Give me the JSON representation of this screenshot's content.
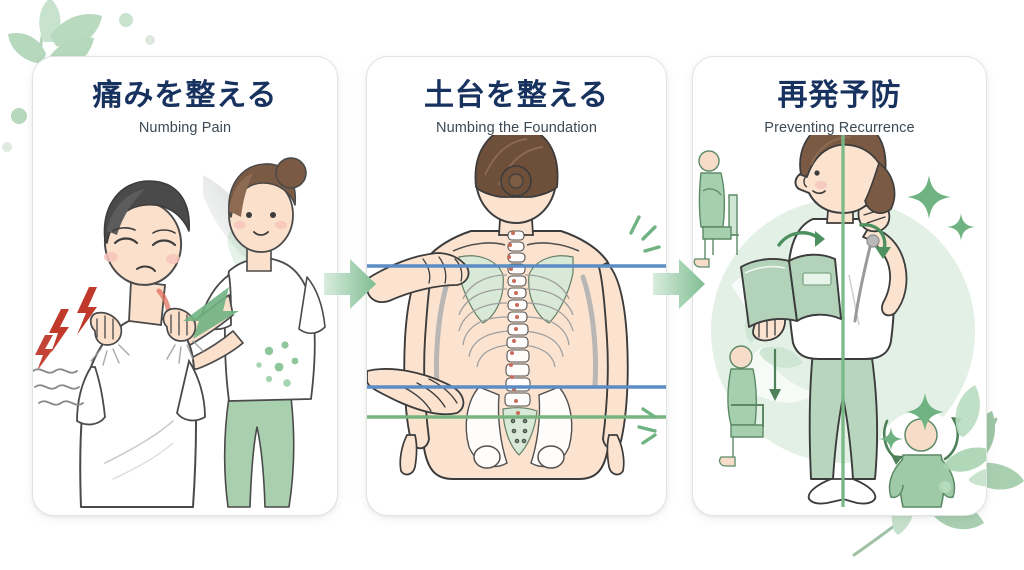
{
  "page": {
    "background_color": "#ffffff",
    "layout": "three-step horizontal flow with arrows"
  },
  "theme": {
    "title_color": "#17325e",
    "subtitle_color": "#3d4a55",
    "card_background": "#ffffff",
    "card_border": "#dfe6e0",
    "accent_green": "#7fbf8e",
    "accent_green_light": "#c3e0c8",
    "accent_green_pale": "#e4f1e6",
    "pain_red": "#c0392b",
    "guideline_blue": "#5b8cc4",
    "guideline_green": "#79b37f",
    "skin": "#fbe0cc",
    "hair_dark": "#4a4a4a",
    "hair_brown": "#7b5a43",
    "line_color": "#3c3c3c"
  },
  "decorations": {
    "top_left": "leaf-sprig",
    "bottom_right": "leaf-branch",
    "dot_count_top_left": 4,
    "dot_count_bottom_right": 2
  },
  "cards": [
    {
      "id": "card-1",
      "step": 1,
      "title_ja": "痛みを整える",
      "title_en": "Numbing Pain",
      "illustration": "therapist-treating-shoulder-pain",
      "illustration_elements": [
        "male-patient-with-neck-pain",
        "female-therapist",
        "red-pain-lightning-bolts",
        "gray-wavy-pain-lines",
        "green-relief-arrow",
        "green-particle-dots"
      ]
    },
    {
      "id": "card-2",
      "step": 2,
      "title_ja": "土台を整える",
      "title_en": "Numbing the Foundation",
      "illustration": "spine-and-pelvis-alignment-back-view",
      "illustration_elements": [
        "female-back-with-skeleton-overlay",
        "spine-curve-red-dots",
        "therapist-hands-on-shoulder-and-lower-back",
        "blue-alignment-line-shoulders",
        "blue-alignment-line-waist",
        "green-alignment-line-pelvis",
        "green-sparkle-marks"
      ]
    },
    {
      "id": "card-3",
      "step": 3,
      "title_ja": "再発予防",
      "title_en": "Preventing Recurrence",
      "illustration": "good-posture-and-self-care-habits",
      "illustration_elements": [
        "standing-woman-with-posture-line",
        "woman-reading-book",
        "seated-posture-icon-top",
        "seated-posture-icon-bottom",
        "stretching-posture-icon-circle",
        "green-rotation-arrows",
        "green-sparkles",
        "pale-green-circle-backdrop"
      ]
    }
  ],
  "arrows": [
    {
      "id": "arrow-1",
      "from_card": "card-1",
      "to_card": "card-2",
      "direction": "right",
      "color": "#8cc49a"
    },
    {
      "id": "arrow-2",
      "from_card": "card-2",
      "to_card": "card-3",
      "direction": "right",
      "color": "#8cc49a"
    }
  ]
}
